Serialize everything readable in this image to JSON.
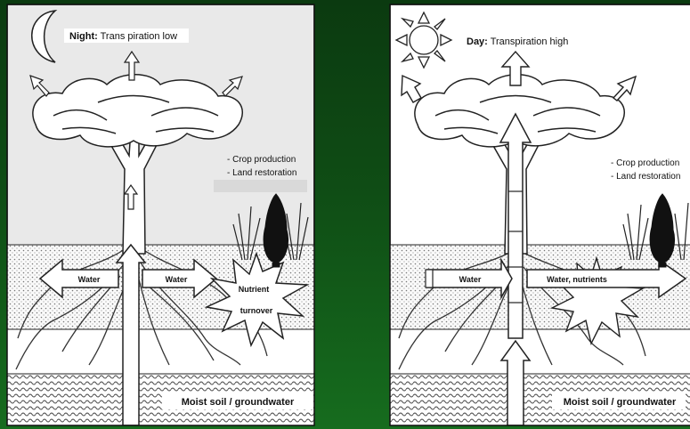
{
  "panels": [
    {
      "id": "night",
      "title_bold": "Night:",
      "title_rest": " Trans piration low",
      "side_line1": "- Crop production",
      "side_line2": "- Land restoration",
      "arrow_left_label": "Water",
      "arrow_right_label": "Water",
      "starburst_line1": "Nutrient",
      "starburst_line2": "turnover",
      "ground_label": "Moist soil / groundwater",
      "sky_color": "#e9e9e9"
    },
    {
      "id": "day",
      "title_bold": "Day:",
      "title_rest": " Transpiration high",
      "side_line1": "- Crop production",
      "side_line2": "- Land restoration",
      "arrow_left_label": "Water",
      "arrow_right_label": "Water, nutrients",
      "ground_label": "Moist soil / groundwater",
      "sky_color": "#ffffff"
    }
  ],
  "colors": {
    "background_dark": "#0b3a10",
    "background_light": "#166c1e",
    "line": "#222222"
  }
}
